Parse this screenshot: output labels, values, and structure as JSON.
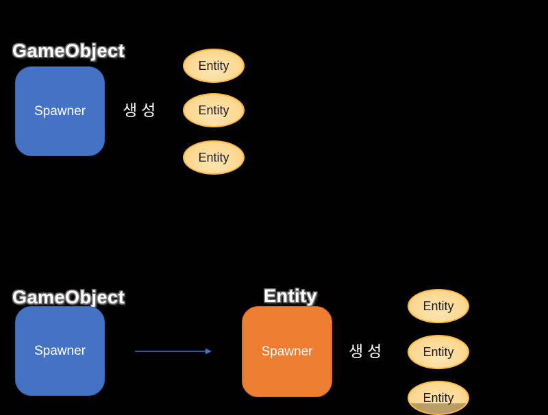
{
  "canvas": {
    "background": "#000000"
  },
  "palette": {
    "spawner_blue": "#4472C4",
    "spawner_blue_border": "#3A62AC",
    "entity_orange": "#ED7D31",
    "entity_orange_border": "#C96A28",
    "ellipse_fill": "#FCDA96",
    "ellipse_border": "#FBB843",
    "arrow_blue": "#4472C4",
    "label_text": "#FFFFFF",
    "label_outline": "#6E6E6E"
  },
  "top_diagram": {
    "gameobject_label": "GameObject",
    "spawner_box_label": "Spawner",
    "spawn_text": "생성",
    "entities": [
      "Entity",
      "Entity",
      "Entity"
    ]
  },
  "bottom_diagram": {
    "gameobject_label": "GameObject",
    "spawner_box_label": "Spawner",
    "entity_title": "Entity",
    "entity_spawner_box_label": "Spawner",
    "spawn_text": "생성",
    "entities": [
      "Entity",
      "Entity",
      "Entity"
    ]
  }
}
